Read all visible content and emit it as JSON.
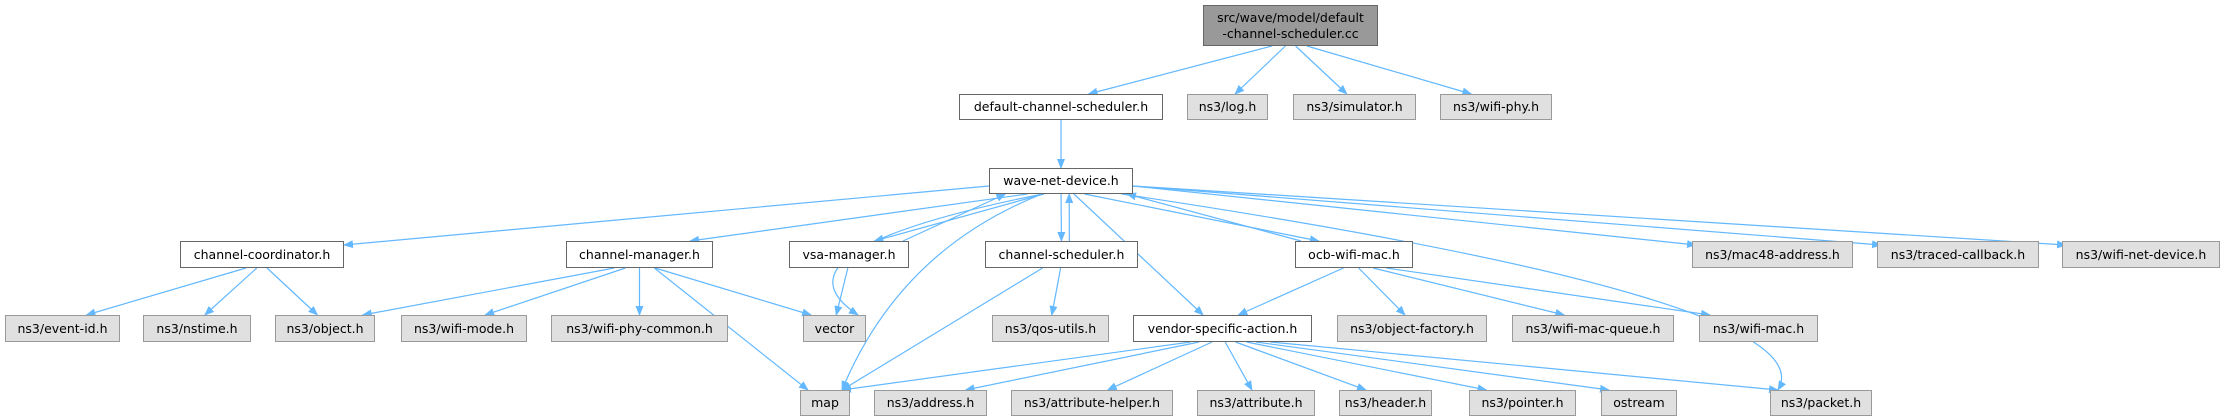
{
  "colors": {
    "edge": "#63b8ff",
    "root_fill": "#999999",
    "local_fill": "#ffffff",
    "external_fill": "#e0e0e0"
  },
  "nodes": [
    {
      "id": "root",
      "label": "src/wave/model/default\n-channel-scheduler.cc",
      "kind": "root"
    },
    {
      "id": "dcs",
      "label": "default-channel-scheduler.h",
      "kind": "local"
    },
    {
      "id": "log",
      "label": "ns3/log.h",
      "kind": "ext"
    },
    {
      "id": "sim",
      "label": "ns3/simulator.h",
      "kind": "ext"
    },
    {
      "id": "wphy",
      "label": "ns3/wifi-phy.h",
      "kind": "ext"
    },
    {
      "id": "wave",
      "label": "wave-net-device.h",
      "kind": "local"
    },
    {
      "id": "cc",
      "label": "channel-coordinator.h",
      "kind": "local"
    },
    {
      "id": "cm",
      "label": "channel-manager.h",
      "kind": "local"
    },
    {
      "id": "vsa",
      "label": "vsa-manager.h",
      "kind": "local"
    },
    {
      "id": "cs",
      "label": "channel-scheduler.h",
      "kind": "local"
    },
    {
      "id": "ocb",
      "label": "ocb-wifi-mac.h",
      "kind": "local"
    },
    {
      "id": "mac48",
      "label": "ns3/mac48-address.h",
      "kind": "ext"
    },
    {
      "id": "traced",
      "label": "ns3/traced-callback.h",
      "kind": "ext"
    },
    {
      "id": "wnd",
      "label": "ns3/wifi-net-device.h",
      "kind": "ext"
    },
    {
      "id": "eventid",
      "label": "ns3/event-id.h",
      "kind": "ext"
    },
    {
      "id": "nstime",
      "label": "ns3/nstime.h",
      "kind": "ext"
    },
    {
      "id": "object",
      "label": "ns3/object.h",
      "kind": "ext"
    },
    {
      "id": "wmode",
      "label": "ns3/wifi-mode.h",
      "kind": "ext"
    },
    {
      "id": "wpc",
      "label": "ns3/wifi-phy-common.h",
      "kind": "ext"
    },
    {
      "id": "vector",
      "label": "vector",
      "kind": "ext"
    },
    {
      "id": "qos",
      "label": "ns3/qos-utils.h",
      "kind": "ext"
    },
    {
      "id": "vendor",
      "label": "vendor-specific-action.h",
      "kind": "local"
    },
    {
      "id": "objf",
      "label": "ns3/object-factory.h",
      "kind": "ext"
    },
    {
      "id": "wmq",
      "label": "ns3/wifi-mac-queue.h",
      "kind": "ext"
    },
    {
      "id": "wmac",
      "label": "ns3/wifi-mac.h",
      "kind": "ext"
    },
    {
      "id": "map",
      "label": "map",
      "kind": "ext"
    },
    {
      "id": "addr",
      "label": "ns3/address.h",
      "kind": "ext"
    },
    {
      "id": "attrh",
      "label": "ns3/attribute-helper.h",
      "kind": "ext"
    },
    {
      "id": "attr",
      "label": "ns3/attribute.h",
      "kind": "ext"
    },
    {
      "id": "header",
      "label": "ns3/header.h",
      "kind": "ext"
    },
    {
      "id": "pointer",
      "label": "ns3/pointer.h",
      "kind": "ext"
    },
    {
      "id": "ostream",
      "label": "ostream",
      "kind": "ext"
    },
    {
      "id": "packet",
      "label": "ns3/packet.h",
      "kind": "ext"
    }
  ],
  "edges": [
    [
      "root",
      "dcs"
    ],
    [
      "root",
      "log"
    ],
    [
      "root",
      "sim"
    ],
    [
      "root",
      "wphy"
    ],
    [
      "dcs",
      "wave"
    ],
    [
      "wave",
      "cc"
    ],
    [
      "wave",
      "cm"
    ],
    [
      "wave",
      "vsa"
    ],
    [
      "wave",
      "cs"
    ],
    [
      "wave",
      "ocb"
    ],
    [
      "wave",
      "vendor"
    ],
    [
      "wave",
      "vector"
    ],
    [
      "wave",
      "map"
    ],
    [
      "wave",
      "packet"
    ],
    [
      "wave",
      "mac48"
    ],
    [
      "wave",
      "traced"
    ],
    [
      "wave",
      "wnd"
    ],
    [
      "vsa",
      "wave"
    ],
    [
      "vsa",
      "vector"
    ],
    [
      "cs",
      "wave"
    ],
    [
      "cs",
      "map"
    ],
    [
      "cs",
      "qos"
    ],
    [
      "ocb",
      "wave"
    ],
    [
      "ocb",
      "vendor"
    ],
    [
      "ocb",
      "objf"
    ],
    [
      "ocb",
      "wmq"
    ],
    [
      "ocb",
      "wmac"
    ],
    [
      "cc",
      "eventid"
    ],
    [
      "cc",
      "nstime"
    ],
    [
      "cc",
      "object"
    ],
    [
      "cm",
      "object"
    ],
    [
      "cm",
      "wmode"
    ],
    [
      "cm",
      "wpc"
    ],
    [
      "cm",
      "vector"
    ],
    [
      "cm",
      "map"
    ],
    [
      "vendor",
      "map"
    ],
    [
      "vendor",
      "addr"
    ],
    [
      "vendor",
      "attrh"
    ],
    [
      "vendor",
      "attr"
    ],
    [
      "vendor",
      "header"
    ],
    [
      "vendor",
      "pointer"
    ],
    [
      "vendor",
      "ostream"
    ],
    [
      "vendor",
      "packet"
    ]
  ]
}
